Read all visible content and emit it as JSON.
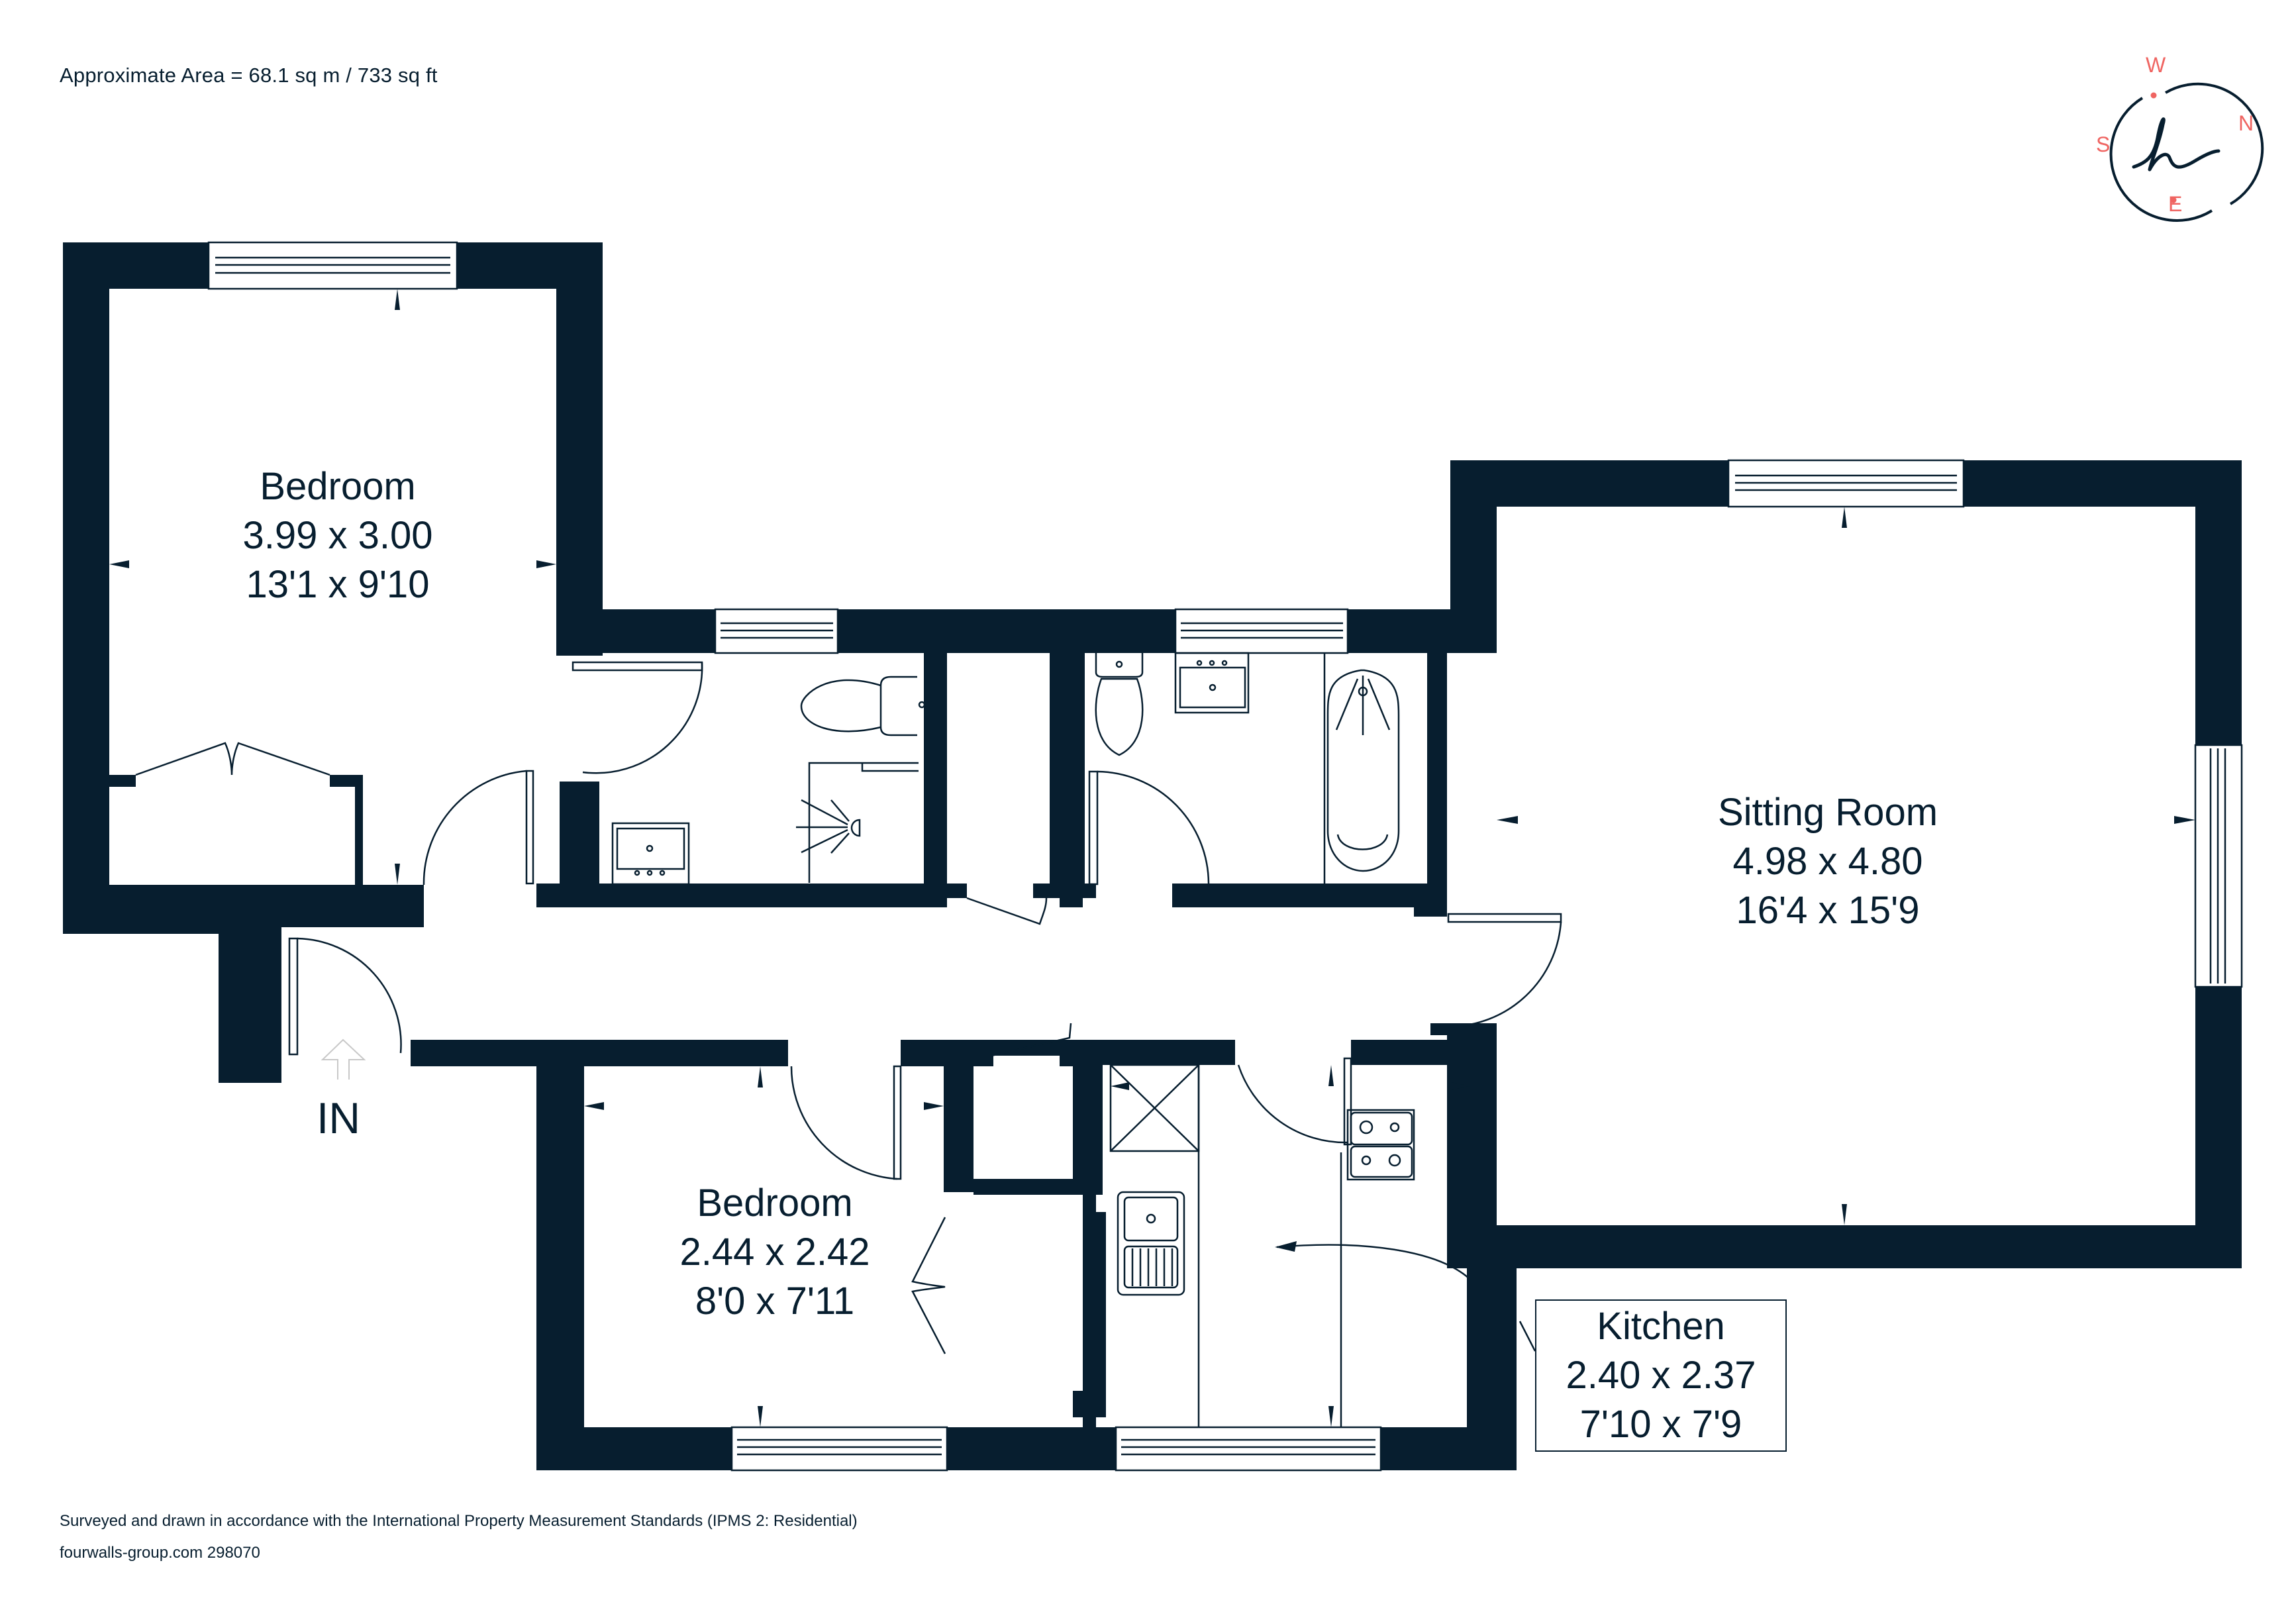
{
  "header": {
    "approximate_area": "Approximate Area = 68.1 sq m / 733 sq ft"
  },
  "compass": {
    "top": "W",
    "right": "N",
    "left": "S",
    "bottom": "E",
    "accent_color": "#ef6461",
    "logo_icon": "handwritten-h-logo"
  },
  "rooms": [
    {
      "name": "Bedroom",
      "metric": "3.99 x 3.00",
      "imperial": "13'1 x 9'10"
    },
    {
      "name": "Sitting Room",
      "metric": "4.98 x 4.80",
      "imperial": "16'4 x 15'9"
    },
    {
      "name": "Bedroom",
      "metric": "2.44 x 2.42",
      "imperial": "8'0 x 7'11"
    },
    {
      "name": "Kitchen",
      "metric": "2.40 x 2.37",
      "imperial": "7'10 x 7'9"
    }
  ],
  "entrance": {
    "label": "IN"
  },
  "footer": {
    "standards": "Surveyed and drawn in accordance with the International Property Measurement Standards (IPMS 2: Residential)",
    "reference": "fourwalls-group.com 298070"
  },
  "colors": {
    "wall": "#071e2f",
    "line": "#071e2f",
    "accent": "#ef6461",
    "background": "#ffffff"
  }
}
